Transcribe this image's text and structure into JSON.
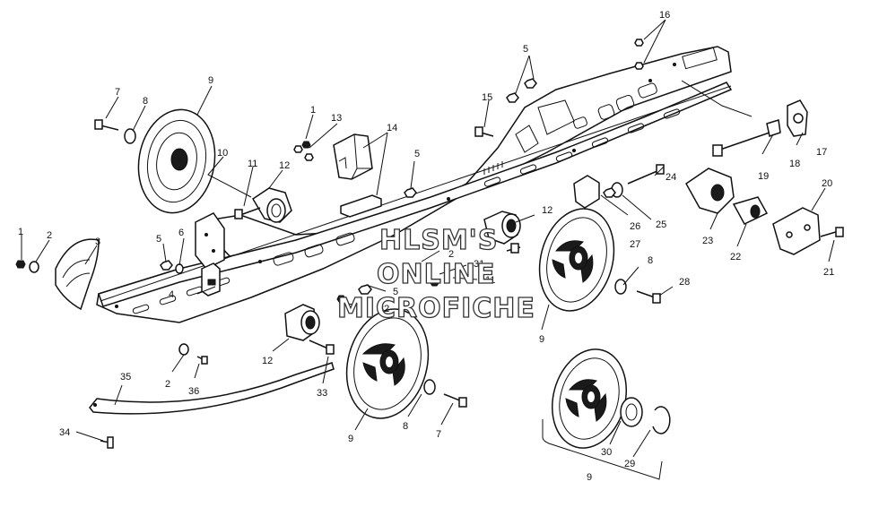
{
  "diagram": {
    "callouts": {
      "c1a": "1",
      "c1b": "1",
      "c2a": "2",
      "c2b": "2",
      "c2c": "2",
      "c3": "3",
      "c4": "4",
      "c5a": "5",
      "c5b": "5",
      "c5c": "5",
      "c5d": "5",
      "c6": "6",
      "c7a": "7",
      "c7b": "7",
      "c8a": "8",
      "c8b": "8",
      "c8c": "8",
      "c9a": "9",
      "c9b": "9",
      "c9c": "9",
      "c9d": "9",
      "c10": "10",
      "c11a": "11",
      "c11b": "11",
      "c12a": "12",
      "c12b": "12",
      "c12c": "12",
      "c13": "13",
      "c14": "14",
      "c15": "15",
      "c16": "16",
      "c17": "17",
      "c18": "18",
      "c19": "19",
      "c20": "20",
      "c21": "21",
      "c22": "22",
      "c23": "23",
      "c24": "24",
      "c25": "25",
      "c26": "26",
      "c27": "27",
      "c28": "28",
      "c29": "29",
      "c30": "30",
      "c31": "31",
      "c32": "32",
      "c33": "33",
      "c34": "34",
      "c35": "35",
      "c36": "36"
    },
    "watermark": {
      "line1": "HLSM'S",
      "line2": "ONLINE",
      "line3": "MICROFICHE"
    }
  }
}
